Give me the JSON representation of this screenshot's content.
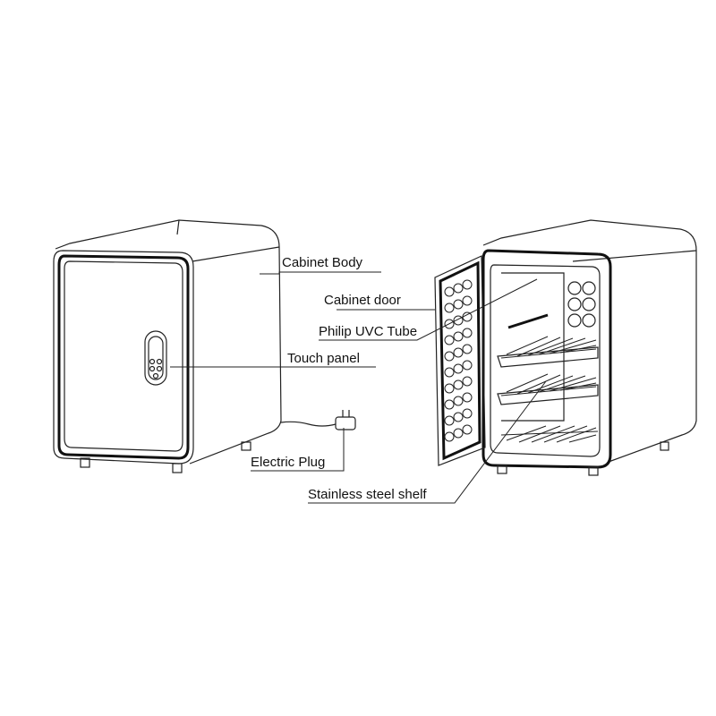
{
  "labels": {
    "cabinet_body": "Cabinet Body",
    "cabinet_door": "Cabinet door",
    "uvc_tube": "Philip UVC Tube",
    "touch_panel": "Touch panel",
    "electric_plug": "Electric Plug",
    "shelf": "Stainless steel shelf"
  },
  "colors": {
    "ink": "#111111",
    "background": "#ffffff"
  }
}
